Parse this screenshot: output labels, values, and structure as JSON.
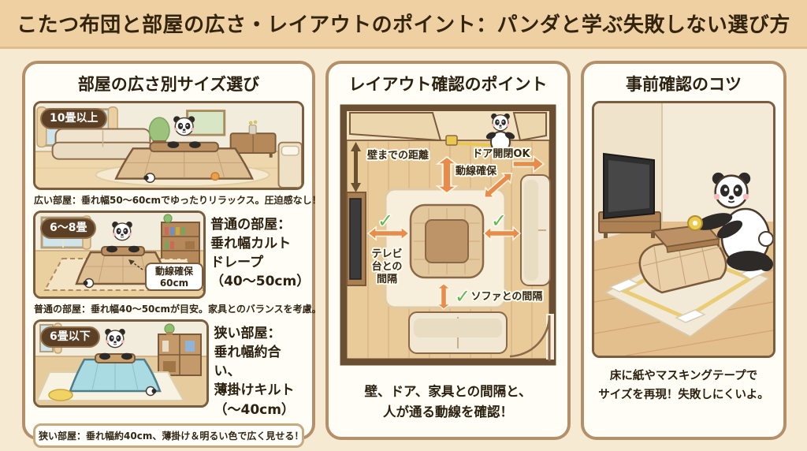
{
  "title": "こたつ布団と部屋の広さ・レイアウトのポイント：パンダと学ぶ失敗しない選び方",
  "icons": {
    "check": "✓"
  },
  "colors": {
    "title_band": "#efd0a2",
    "background": "#f7ead3",
    "panel_border": "#b3906a",
    "badge_bg": "#5b4026",
    "arrow_orange": "#e78c4a",
    "wall_arrow_brown": "#6b4f33",
    "check_green": "#64b94d"
  },
  "panels": {
    "size": {
      "header": "部屋の広さ別サイズ選び",
      "sections": [
        {
          "badge": "10畳以上",
          "caption": "広い部屋：垂れ幅50〜60cmでゆったりリラックス。圧迫感なし！"
        },
        {
          "badge": "6〜8畳",
          "floor_label_line1": "動線確保",
          "floor_label_line2": "60cm",
          "side_lines": [
            "普通の部屋：",
            "垂れ幅カルト",
            "ドレープ",
            "（40〜50cm）"
          ],
          "caption": "普通の部屋：垂れ幅40〜50cmが目安。家具とのバランスを考慮。"
        },
        {
          "badge": "6畳以下",
          "side_lines": [
            "狭い部屋：",
            "垂れ幅約合い、",
            "薄掛けキルト",
            "（〜40cm）"
          ],
          "caption": "狭い部屋：垂れ幅約40cm、薄掛け＆明るい色で広く見せる！"
        }
      ]
    },
    "layout": {
      "header": "レイアウト確認のポイント",
      "labels": {
        "wall_distance": "壁までの距離",
        "door_ok": "ドア開閉OK",
        "flow": "動線確保",
        "tv_gap_line1": "テレビ",
        "tv_gap_line2": "台との",
        "tv_gap_line3": "間隔",
        "sofa_gap": "ソファとの間隔"
      },
      "caption_lines": [
        "壁、ドア、家具との間隔と、",
        "人が通る動線を確認！"
      ]
    },
    "tips": {
      "header": "事前確認のコツ",
      "caption_lines": [
        "床に紙やマスキングテープで",
        "サイズを再現！失敗しにくいよ。"
      ]
    }
  }
}
